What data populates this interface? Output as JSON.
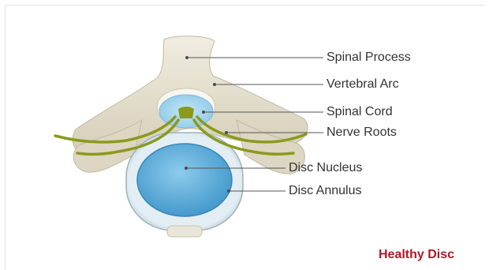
{
  "labels": {
    "spinal_process": "Spinal Process",
    "vertebral_arc": "Vertebral Arc",
    "spinal_cord": "Spinal Cord",
    "nerve_roots": "Nerve Roots",
    "disc_nucleus": "Disc Nucleus",
    "disc_annulus": "Disc Annulus"
  },
  "caption": "Healthy Disc",
  "colors": {
    "bone": "#e6e1cf",
    "nerve": "#8a9a1c",
    "cord": "#a9d6ee",
    "nucleus": "#5aaad8",
    "annulus": "#d4e6ef",
    "caption": "#b0182a"
  }
}
